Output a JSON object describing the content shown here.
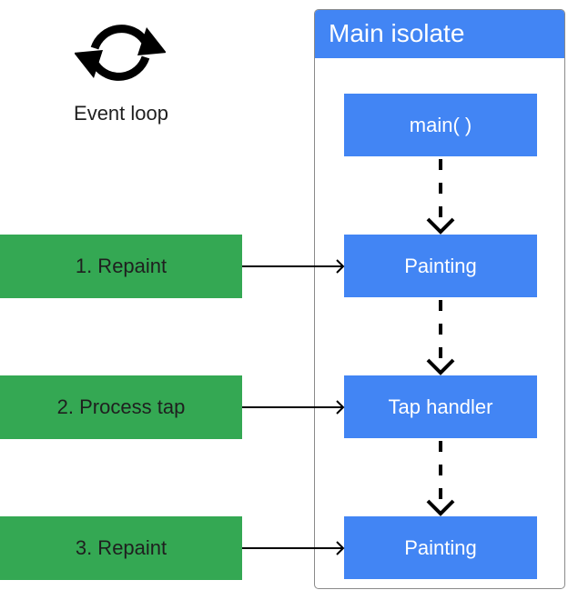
{
  "event_loop": {
    "icon": "sync-icon",
    "label": "Event loop"
  },
  "isolate": {
    "title": "Main isolate"
  },
  "steps": [
    {
      "label": "main( )"
    },
    {
      "label": "Painting"
    },
    {
      "label": "Tap handler"
    },
    {
      "label": "Painting"
    }
  ],
  "tasks": [
    {
      "label": "1. Repaint"
    },
    {
      "label": "2. Process tap"
    },
    {
      "label": "3. Repaint"
    }
  ],
  "colors": {
    "isolate_blue": "#4285f4",
    "task_green": "#34a853",
    "arrow": "#000000"
  }
}
